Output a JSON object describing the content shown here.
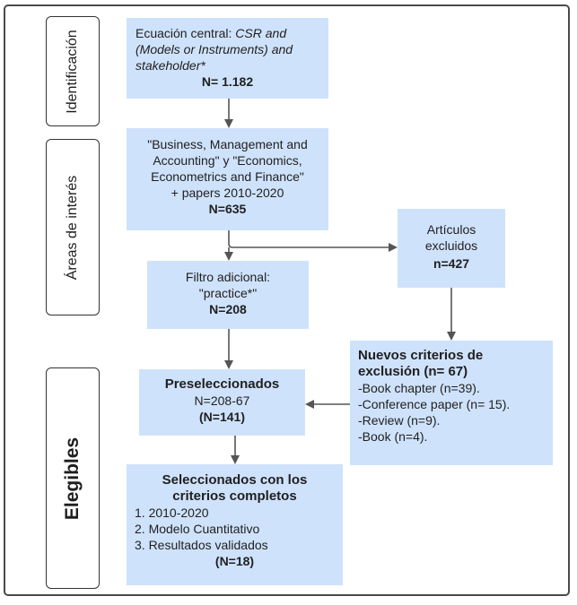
{
  "stages": {
    "identificacion": "Identificación",
    "areas": "Áreas de interés",
    "elegibles": "Elegibles"
  },
  "box1": {
    "label": "Ecuación central:",
    "query_line1": "CSR and",
    "query_line2": "(Models or Instruments) and",
    "query_line3": "stakeholder*",
    "count": "N= 1.182"
  },
  "box2": {
    "line1": "\"Business, Management and",
    "line2": "Accounting\" y \"Economics,",
    "line3": "Econometrics and Finance\"",
    "line4": "+ papers 2010-2020",
    "count": "N=635"
  },
  "box3": {
    "line1": "Artículos",
    "line2": "excluidos",
    "count": "n=427"
  },
  "box4": {
    "line1": "Filtro adicional:",
    "line2": "\"practice*\"",
    "count": "N=208"
  },
  "box5": {
    "title1": "Nuevos criterios de",
    "title2": "exclusión (n= 67)",
    "items": [
      "-Book chapter (n=39).",
      "-Conference paper (n= 15).",
      "-Review (n=9).",
      "-Book (n=4)."
    ]
  },
  "box6": {
    "title": "Preseleccionados",
    "formula": "N=208-67",
    "count": "(N=141)"
  },
  "box7": {
    "title1": "Seleccionados con los",
    "title2": "criterios completos",
    "items": [
      "1. 2010-2020",
      "2. Modelo Cuantitativo",
      "3. Resultados validados"
    ],
    "count": "(N=18)"
  }
}
